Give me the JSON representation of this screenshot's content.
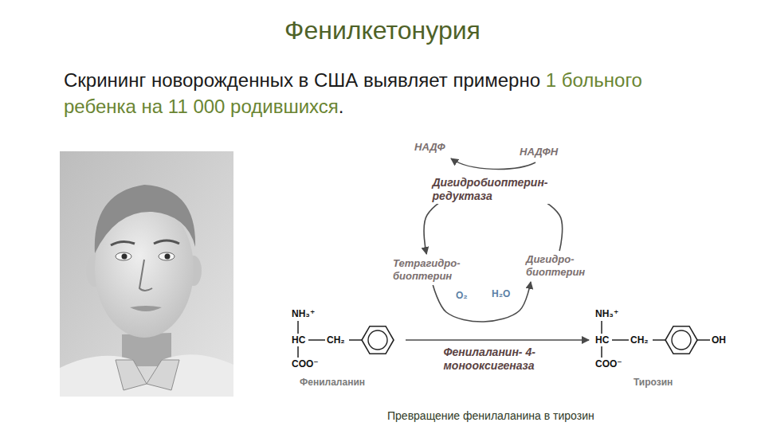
{
  "diagram": {
    "title": "Фенилкетонурия",
    "caption": "Превращение фенилаланина в тирозин",
    "nodes": [
      {
        "text": [
          "Тетрагидро- биоптерин"
        ]
      },
      {
        "text": [
          "Дигидро- биоптерин"
        ]
      },
      {
        "text": [
          "NH₃⁺",
          "HC",
          "CH₂",
          "COO⁻",
          "Фенилаланин"
        ]
      },
      {
        "text": [
          "NH₃⁺",
          "HC",
          "CH₂",
          "COO⁻",
          "OH",
          "Тирозин"
        ]
      }
    ],
    "edges": [
      {
        "from": 1,
        "to": 0,
        "label": "Дигидробиоптерин- редуктаза",
        "arrow": "to"
      },
      {
        "from": 0,
        "to": 1,
        "arrow": "to"
      },
      {
        "from": 2,
        "to": 3,
        "label": "Фенилаланин- 4-монооксигеназа",
        "arrow": "to"
      }
    ],
    "labels": [
      "Скрининг новорожденных в США выявляет примерно",
      "1 больного ребенка на 11 000 родившихся",
      ".",
      "НАДФ",
      "НАДФН",
      "O₂",
      "H₂O"
    ]
  }
}
